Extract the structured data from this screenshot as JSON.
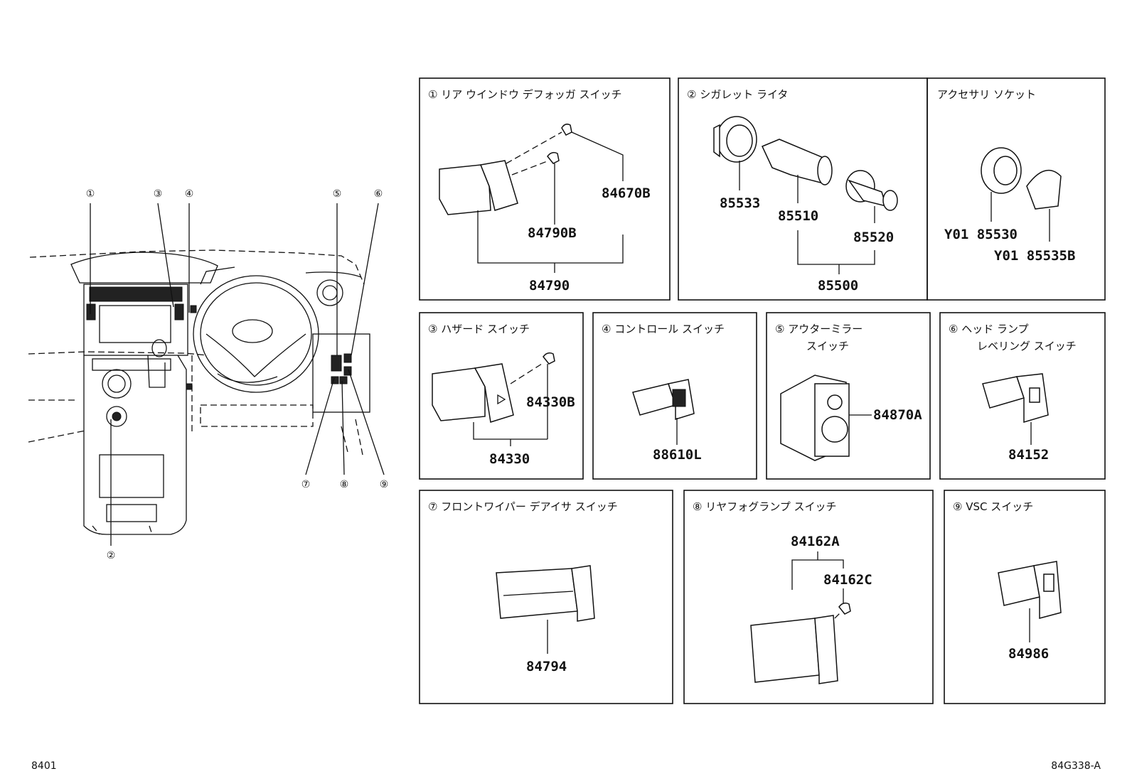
{
  "footer": {
    "left_code": "8401",
    "right_code": "84G338-A"
  },
  "overview_callouts": [
    "①",
    "②",
    "③",
    "④",
    "⑤",
    "⑥",
    "⑦",
    "⑧",
    "⑨"
  ],
  "panels": [
    {
      "id": 1,
      "title": "① リア ウインドウ  デフォッガ スイッチ",
      "parts": [
        "84670B",
        "84790B",
        "84790"
      ]
    },
    {
      "id": 2,
      "title": "② シガレット  ライタ",
      "parts": [
        "85533",
        "85510",
        "85520",
        "85500"
      ]
    },
    {
      "id": "acc",
      "title": "アクセサリ ソケット",
      "parts": [
        "Y01 85530",
        "Y01 85535B"
      ]
    },
    {
      "id": 3,
      "title": "③ ハザード スイッチ",
      "parts": [
        "84330B",
        "84330"
      ]
    },
    {
      "id": 4,
      "title": "④ コントロール スイッチ",
      "parts": [
        "88610L"
      ]
    },
    {
      "id": 5,
      "title_lines": [
        "⑤ アウターミラー",
        "スイッチ"
      ],
      "parts": [
        "84870A"
      ]
    },
    {
      "id": 6,
      "title_lines": [
        "⑥ ヘッド ランプ",
        "レベリング スイッチ"
      ],
      "parts": [
        "84152"
      ]
    },
    {
      "id": 7,
      "title": "⑦ フロントワイパー  デアイサ スイッチ",
      "parts": [
        "84794"
      ]
    },
    {
      "id": 8,
      "title": "⑧ リヤフォグランプ スイッチ",
      "parts": [
        "84162A",
        "84162C"
      ]
    },
    {
      "id": 9,
      "title": "⑨ VSC スイッチ",
      "parts": [
        "84986"
      ]
    }
  ]
}
